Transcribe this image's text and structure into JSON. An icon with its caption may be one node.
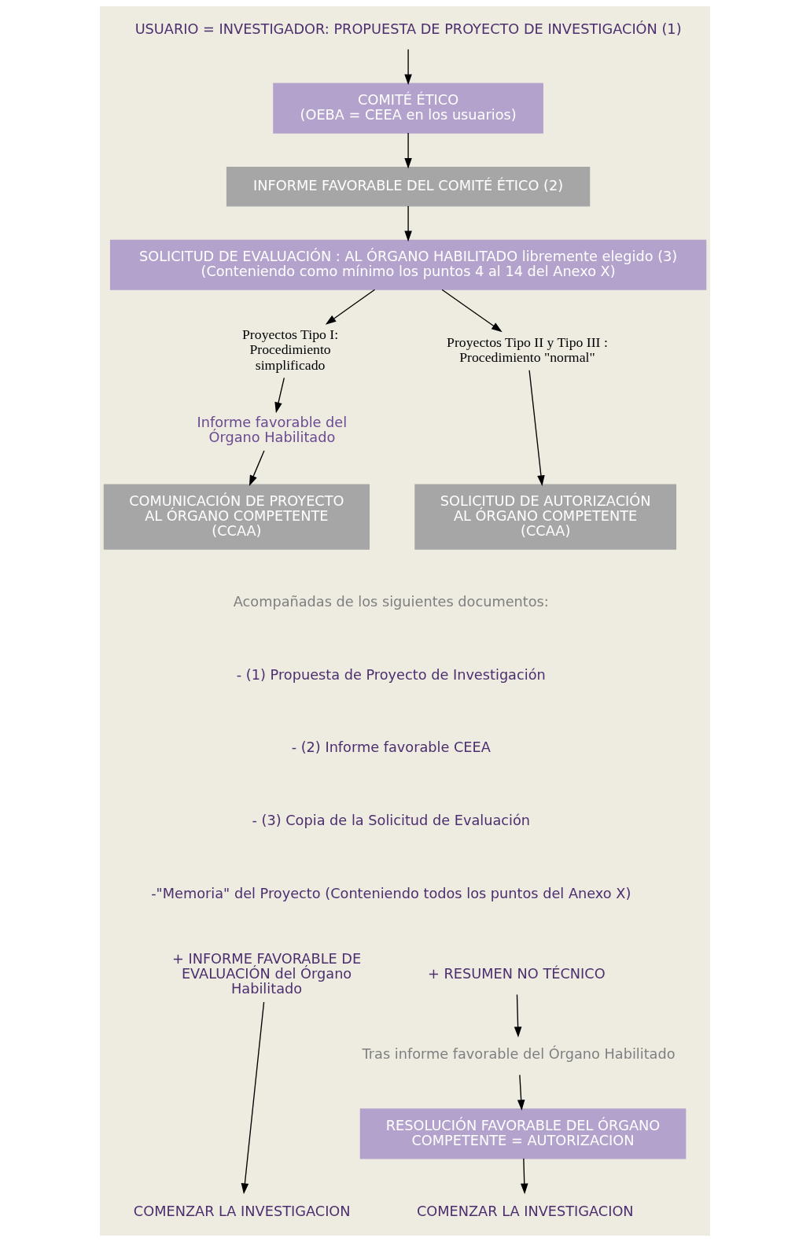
{
  "diagram": {
    "nodes": [
      {
        "text": [
          "USUARIO = INVESTIGADOR: PROPUESTA DE PROYECTO DE INVESTIGACIÓN (1)"
        ]
      },
      {
        "text": [
          "COMITÉ ÉTICO",
          "(OEBA = CEEA en los usuarios)"
        ]
      },
      {
        "text": [
          "INFORME FAVORABLE DEL COMITÉ ÉTICO (2)"
        ]
      },
      {
        "text": [
          "SOLICITUD DE EVALUACIÓN : AL ÓRGANO HABILITADO libremente elegido (3)",
          "(Conteniendo como mínimo los puntos 4 al 14 del Anexo X)"
        ]
      },
      {
        "text": [
          "Proyectos Tipo I: Procedimiento simplificado"
        ]
      },
      {
        "text": [
          "Proyectos Tipo II y Tipo III : Procedimiento \"normal\""
        ]
      },
      {
        "text": [
          "Informe favorable del Órgano Habilitado"
        ]
      },
      {
        "text": [
          "COMUNICACIÓN DE PROYECTO AL ÓRGANO COMPETENTE (CCAA)"
        ]
      },
      {
        "text": [
          "SOLICITUD DE AUTORIZACIÓN AL ÓRGANO COMPETENTE (CCAA)"
        ]
      },
      {
        "text": [
          "+ INFORME FAVORABLE DE EVALUACIÓN del Órgano Habilitado"
        ]
      },
      {
        "text": [
          "+ RESUMEN NO TÉCNICO"
        ]
      },
      {
        "text": [
          "Tras informe favorable del Órgano Habilitado"
        ]
      },
      {
        "text": [
          "RESOLUCIÓN FAVORABLE DEL ÓRGANO COMPETENTE = AUTORIZACION"
        ]
      },
      {
        "text": [
          "COMENZAR LA INVESTIGACION"
        ]
      },
      {
        "text": [
          "COMENZAR LA INVESTIGACION"
        ]
      }
    ],
    "edges": [
      {
        "from": 0,
        "to": 1,
        "arrow": "to"
      },
      {
        "from": 1,
        "to": 2,
        "arrow": "to"
      },
      {
        "from": 2,
        "to": 3,
        "arrow": "to"
      },
      {
        "from": 3,
        "to": 4,
        "arrow": "to"
      },
      {
        "from": 3,
        "to": 5,
        "arrow": "to"
      },
      {
        "from": 4,
        "to": 6,
        "arrow": "to"
      },
      {
        "from": 6,
        "to": 7,
        "arrow": "to"
      },
      {
        "from": 5,
        "to": 8,
        "arrow": "to"
      },
      {
        "from": 9,
        "to": 13,
        "arrow": "to"
      },
      {
        "from": 10,
        "to": 11,
        "arrow": "to"
      },
      {
        "from": 11,
        "to": 12,
        "arrow": "to"
      },
      {
        "from": 12,
        "to": 14,
        "arrow": "to"
      }
    ],
    "labels": [
      "Acompañadas de los siguientes documentos:",
      "- (1) Propuesta de Proyecto de Investigación",
      "- (2) Informe favorable CEEA",
      "- (3) Copia de la Solicitud de Evaluación",
      "-\"Memoria\" del Proyecto (Conteniendo todos los puntos del Anexo X)"
    ]
  }
}
